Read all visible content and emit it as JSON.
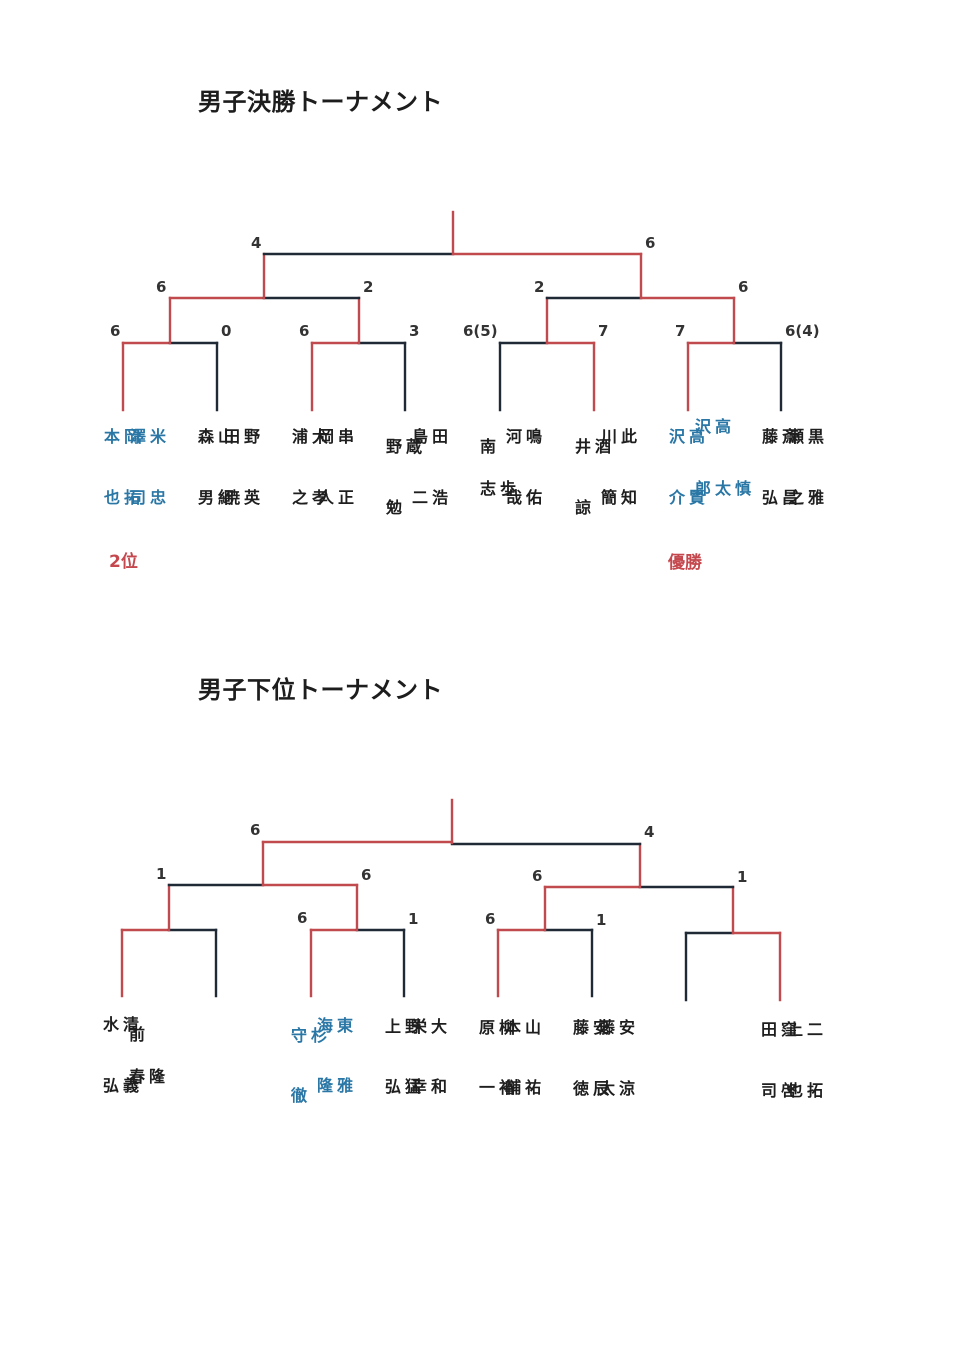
{
  "colors": {
    "winner_line": "#c04a4e",
    "normal_line": "#1f2a36",
    "champion_text": "#2a77a6",
    "rank_text": "#c4484e"
  },
  "final_tournament": {
    "title": "男子決勝トーナメント",
    "scores": {
      "final_left": "4",
      "final_right": "6",
      "semi_ll": "6",
      "semi_lr": "2",
      "semi_rl": "2",
      "semi_rr": "6",
      "r1_1": "6",
      "r1_2": "0",
      "r1_3": "6",
      "r1_4": "3",
      "r1_5": "6(5)",
      "r1_6": "7",
      "r1_7": "7",
      "r1_8": "6(4)"
    },
    "entries": [
      {
        "a_family": "米澤",
        "a_given": "忠司",
        "b_family": "岡本",
        "b_given": "拓也",
        "rank": "2位"
      },
      {
        "a_family": "野田",
        "a_given": "英暁",
        "b_family": "山森",
        "b_given": "紹男"
      },
      {
        "a_family": "串岡",
        "a_given": "正人",
        "b_family": "大浦",
        "b_given": "孝之"
      },
      {
        "a_family": "田島",
        "a_given": "浩二",
        "b_family": "蔵野",
        "b_given": "勉"
      },
      {
        "a_family": "鳴河",
        "a_given": "佑哉",
        "b_family": "南",
        "b_given": "歩志"
      },
      {
        "a_family": "此川",
        "a_given": "知簡",
        "b_family": "酒井",
        "b_given": "諒"
      },
      {
        "a_family": "高沢",
        "a_given": "慎太郎",
        "b_family": "高沢",
        "b_given": "賢介",
        "rank": "優勝"
      },
      {
        "a_family": "黒瀬",
        "a_given": "雅之",
        "b_family": "斎藤",
        "b_given": "昌弘"
      }
    ]
  },
  "lower_tournament": {
    "title": "男子下位トーナメント",
    "scores": {
      "final_left": "6",
      "final_right": "4",
      "semi_ll": "1",
      "semi_lr": "6",
      "semi_rl": "6",
      "semi_rr": "1",
      "r1_3": "6",
      "r1_4": "1",
      "r1_5": "6",
      "r1_6": "1"
    },
    "entries": [
      {
        "a_family": "前",
        "a_given": "隆春",
        "b_family": "清水",
        "b_given": "義弘"
      },
      {
        "a_family": "東海",
        "a_given": "雅隆",
        "b_family": "杉守",
        "b_given": "徹"
      },
      {
        "a_family": "大栄",
        "a_given": "和幸",
        "b_family": "野上",
        "b_given": "猛弘"
      },
      {
        "a_family": "山本",
        "a_given": "祐輔",
        "b_family": "柳原",
        "b_given": "裕一"
      },
      {
        "a_family": "安藤",
        "a_given": "涼太",
        "b_family": "安藤",
        "b_given": "辰徳"
      },
      {
        "a_family": "二上",
        "a_given": "拓也",
        "b_family": "窪田",
        "b_given": "啓司"
      }
    ]
  }
}
